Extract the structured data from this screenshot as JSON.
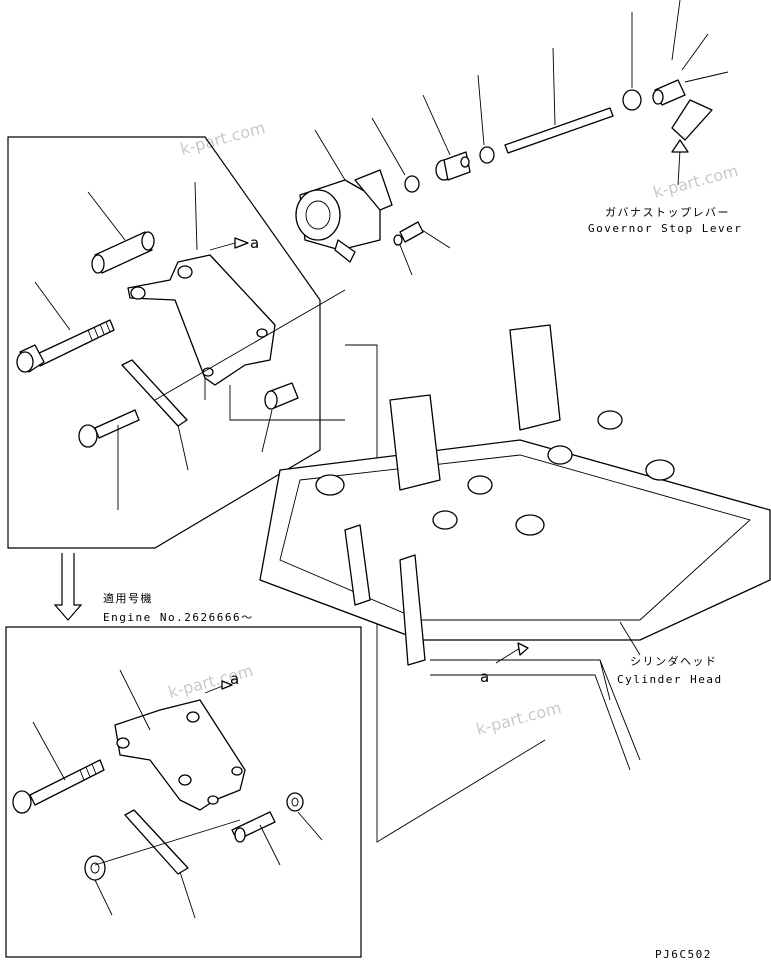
{
  "watermarks": [
    "k-part.com",
    "k-part.com",
    "k-part.com",
    "k-part.com"
  ],
  "labels": {
    "governor_jp": "ガバナストップレバー",
    "governor_en": "Governor Stop Lever",
    "cylinder_jp": "シリンダヘッド",
    "cylinder_en": "Cylinder Head",
    "applicable_jp": "適用号機",
    "engine_no": "Engine No.2626666～",
    "mark_a_top": "a",
    "mark_a_bottom": "a",
    "mark_a_head": "a",
    "part_code": "PJ6C502"
  },
  "icons": [
    "down-arrow-icon",
    "arrow-head-icon"
  ]
}
